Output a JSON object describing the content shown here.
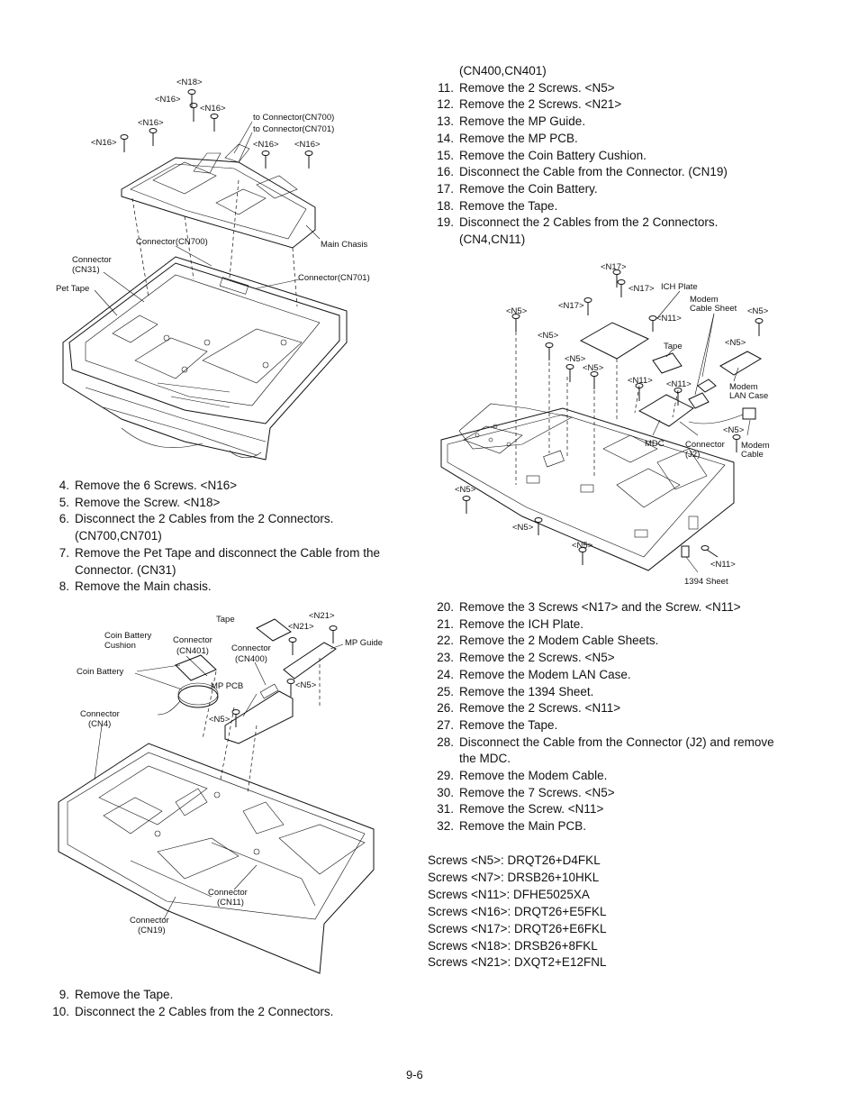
{
  "figure1": {
    "labels": {
      "n18": "<N18>",
      "n16_a": "<N16>",
      "n16_b": "<N16>",
      "n16_c": "<N16>",
      "n16_d": "<N16>",
      "n16_e": "<N16>",
      "n16_f": "<N16>",
      "to_cn700": "to Connector(CN700)",
      "to_cn701": "to Connector(CN701)",
      "connector_cn700": "Connector(CN700)",
      "main_chasis": "Main Chasis",
      "connector_cn31_1": "Connector",
      "connector_cn31_2": "(CN31)",
      "pet_tape": "Pet Tape",
      "connector_cn701": "Connector(CN701)"
    }
  },
  "steps_a": [
    {
      "num": "4.",
      "text": "Remove the 6 Screws. <N16>"
    },
    {
      "num": "5.",
      "text": "Remove the Screw. <N18>"
    },
    {
      "num": "6.",
      "text": "Disconnect the 2 Cables from the 2 Connectors.",
      "cont": "(CN700,CN701)"
    },
    {
      "num": "7.",
      "text": "Remove the Pet Tape and disconnect the Cable from the",
      "cont": "Connector. (CN31)"
    },
    {
      "num": "8.",
      "text": "Remove the Main chasis."
    }
  ],
  "figure2": {
    "labels": {
      "tape": "Tape",
      "n21": "<N21>",
      "n21b": "<N21>",
      "mp_guide": "MP Guide",
      "coin_battery_cushion_1": "Coin Battery",
      "coin_battery_cushion_2": "Cushion",
      "connector_cn401_1": "Connector",
      "connector_cn401_2": "(CN401)",
      "connector_cn400_1": "Connector",
      "connector_cn400_2": "(CN400)",
      "coin_battery": "Coin Battery",
      "mp_pcb": "MP PCB",
      "n5_a": "<N5>",
      "n5_b": "<N5>",
      "connector_cn4_1": "Connector",
      "connector_cn4_2": "(CN4)",
      "connector_cn11_1": "Connector",
      "connector_cn11_2": "(CN11)",
      "connector_cn19_1": "Connector",
      "connector_cn19_2": "(CN19)"
    }
  },
  "steps_b": [
    {
      "num": "9.",
      "text": "Remove the Tape."
    },
    {
      "num": "10.",
      "text": "Disconnect the 2 Cables from the 2 Connectors."
    }
  ],
  "steps_c_cont": "(CN400,CN401)",
  "steps_c": [
    {
      "num": "11.",
      "text": "Remove the 2 Screws. <N5>"
    },
    {
      "num": "12.",
      "text": "Remove the 2 Screws. <N21>"
    },
    {
      "num": "13.",
      "text": "Remove the MP Guide."
    },
    {
      "num": "14.",
      "text": "Remove the MP PCB."
    },
    {
      "num": "15.",
      "text": "Remove the Coin Battery Cushion."
    },
    {
      "num": "16.",
      "text": "Disconnect the Cable from the Connector. (CN19)"
    },
    {
      "num": "17.",
      "text": "Remove the Coin Battery."
    },
    {
      "num": "18.",
      "text": "Remove the Tape."
    },
    {
      "num": "19.",
      "text": "Disconnect the 2 Cables from the 2 Connectors.",
      "cont": "(CN4,CN11)"
    }
  ],
  "figure3": {
    "labels": {
      "n17_a": "<N17>",
      "n17_b": "<N17>",
      "n17_c": "<N17>",
      "ich_plate": "ICH Plate",
      "modem_cable_sheet_1": "Modem",
      "modem_cable_sheet_2": "Cable Sheet",
      "n5_1": "<N5>",
      "n5_2": "<N5>",
      "n5_3": "<N5>",
      "n5_4": "<N5>",
      "n5_5": "<N5>",
      "n5_6": "<N5>",
      "n5_7": "<N5>",
      "n5_8": "<N5>",
      "n5_9": "<N5>",
      "n5_10": "<N5>",
      "n11_a": "<N11>",
      "n11_b": "<N11>",
      "n11_c": "<N11>",
      "n11_d": "<N11>",
      "tape": "Tape",
      "modem_lan_case_1": "Modem",
      "modem_lan_case_2": "LAN Case",
      "mdc": "MDC",
      "connector_j2_1": "Connector",
      "connector_j2_2": "(J2)",
      "modem_cable_1": "Modem",
      "modem_cable_2": "Cable",
      "sheet_1394": "1394 Sheet"
    }
  },
  "steps_d": [
    {
      "num": "20.",
      "text": "Remove the 3 Screws <N17> and the Screw. <N11>"
    },
    {
      "num": "21.",
      "text": "Remove the ICH Plate."
    },
    {
      "num": "22.",
      "text": "Remove the 2 Modem Cable Sheets."
    },
    {
      "num": "23.",
      "text": "Remove the 2 Screws. <N5>"
    },
    {
      "num": "24.",
      "text": "Remove the Modem LAN Case."
    },
    {
      "num": "25.",
      "text": "Remove the 1394 Sheet."
    },
    {
      "num": "26.",
      "text": "Remove the 2 Screws. <N11>"
    },
    {
      "num": "27.",
      "text": "Remove the Tape."
    },
    {
      "num": "28.",
      "text": "Disconnect the Cable from the Connector (J2) and remove",
      "cont": "the MDC."
    },
    {
      "num": "29.",
      "text": "Remove the Modem Cable."
    },
    {
      "num": "30.",
      "text": "Remove the 7 Screws. <N5>"
    },
    {
      "num": "31.",
      "text": "Remove the Screw. <N11>"
    },
    {
      "num": "32.",
      "text": "Remove the Main PCB."
    }
  ],
  "screws": [
    "Screws <N5>: DRQT26+D4FKL",
    "Screws <N7>: DRSB26+10HKL",
    "Screws <N11>: DFHE5025XA",
    "Screws <N16>: DRQT26+E5FKL",
    "Screws <N17>: DRQT26+E6FKL",
    "Screws <N18>: DRSB26+8FKL",
    "Screws <N21>: DXQT2+E12FNL"
  ],
  "page_number": "9-6"
}
